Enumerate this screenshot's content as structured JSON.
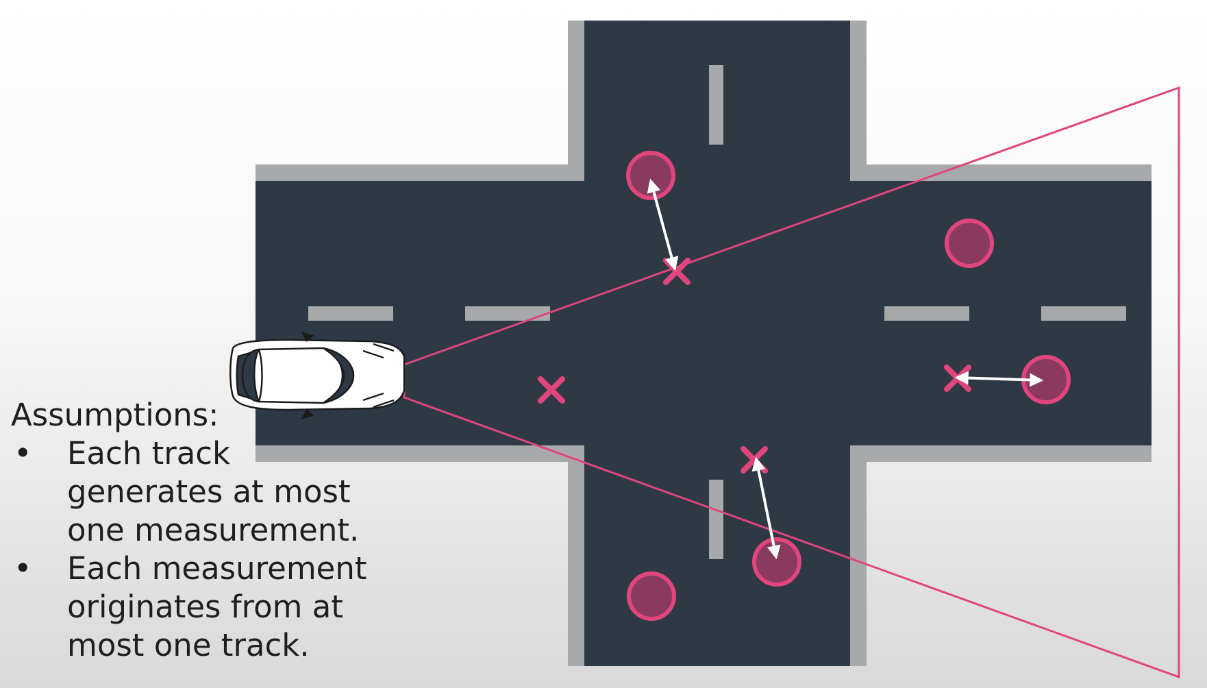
{
  "assumptions": {
    "heading": "Assumptions:",
    "items": [
      {
        "bullet": "•",
        "text": "Each track generates at most one measurement."
      },
      {
        "bullet": "•",
        "text": "Each measurement originates from at most one track."
      }
    ]
  },
  "colors": {
    "road": "#2e3943",
    "curb": "#a7a9aa",
    "lane_marking": "#a7a9aa",
    "accent": "#e0457b",
    "track_fill": "#8a3a5d",
    "arrow": "#ffffff"
  },
  "icons": {
    "vehicle": "car-top-view-icon",
    "track": "circle-icon",
    "measurement": "x-mark-icon",
    "association": "double-arrow-icon"
  }
}
